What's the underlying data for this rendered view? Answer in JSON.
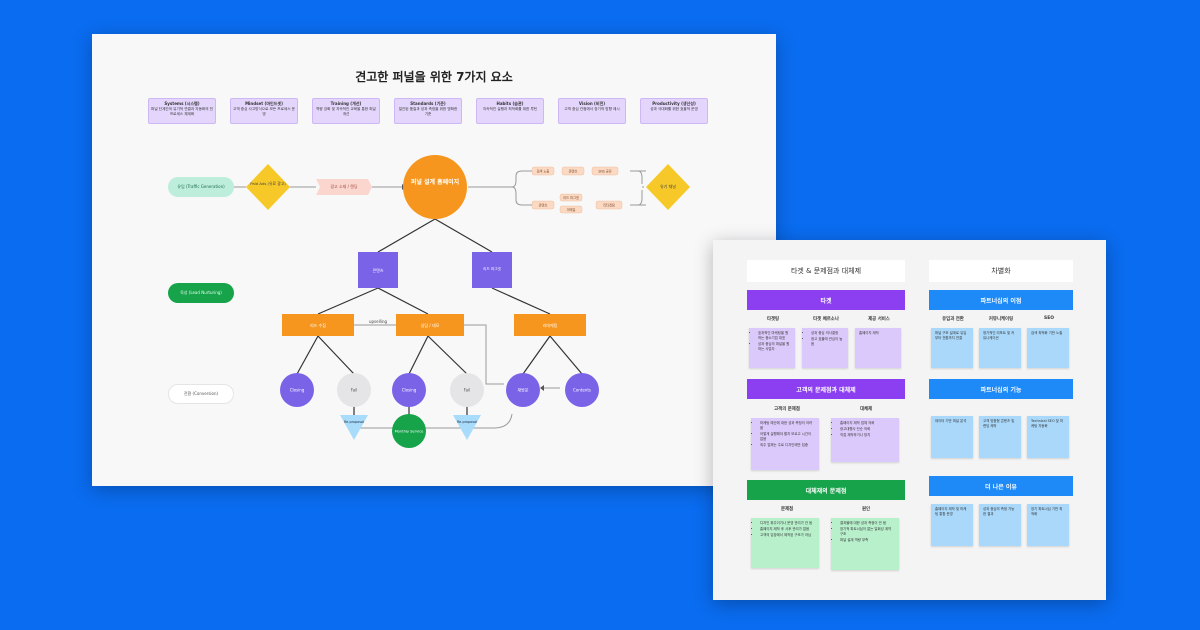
{
  "board1": {
    "title": "견고한 퍼널을 위한 7가지 요소",
    "factors": [
      {
        "title": "Systems (시스템)",
        "desc": "퍼널 단계간의 유기적 연결과 자동화의 전 프로세스 체계화"
      },
      {
        "title": "Mindset (마인드셋)",
        "desc": "고객 중심 사고방식으로 모든 프로세스 운영"
      },
      {
        "title": "Training (개선)",
        "desc": "역량 강화 및 지속적인 교육을 통한 퍼널 개선"
      },
      {
        "title": "Standards (기준)",
        "desc": "일관된 품질과 성과 측정을 위한 명확한 기준"
      },
      {
        "title": "Habits (습관)",
        "desc": "지속적인 실행과 최적화를 위한 루틴"
      },
      {
        "title": "Vision (비전)",
        "desc": "고객 중심 관점에서 장기적 방향 제시"
      },
      {
        "title": "Productivity (생산성)",
        "desc": "성과 극대화를 위한 효율적 운영"
      }
    ],
    "row_labels": [
      "유입 (Traffic Generation)",
      "육성 (Lead Nurturing)",
      "전환 (Conversion)"
    ],
    "nodes": {
      "paid_ads": "Paid Ads (유료 광고)",
      "ad_landing": "광고 소재 / 랜딩",
      "center": "퍼널 설계 홈페이지",
      "organic": "유기 채널",
      "tag1": "검색 노출",
      "tag2": "콘텐츠",
      "tag3": "SNS 공유",
      "tag4": "브랜드",
      "tag5": "추천",
      "tag6": "파트너",
      "tag7": "이메일",
      "tag8": "리타겟팅",
      "content_box": "콘텐츠",
      "offer_box": "리드 마그넷",
      "mid_left": "리드 수집",
      "mid_center": "상담 / 데모",
      "mid_right": "리마케팅",
      "upselling": "upselling",
      "closing1": "Closing",
      "fail1": "Fail",
      "closing2": "Closing",
      "fail2": "Fail",
      "retarget": "재방문",
      "contents": "Contents",
      "reproposal1": "Re-proposal",
      "monthly": "Monthly Service",
      "reproposal2": "Re-proposal"
    }
  },
  "board2": {
    "left_title": "타겟 & 문제점과 대체제",
    "right_title": "차별화",
    "target": {
      "band": "타겟",
      "cols": [
        "타겟팅",
        "타겟 페르소나",
        "제공 서비스"
      ],
      "notes": [
        [
          "효과적인 마케팅을 원하는 중소기업 대표",
          "성과 중심의 퍼널을 원하는 사업자"
        ],
        [
          "성과 중심 의사결정",
          "광고 효율에 관심이 높음"
        ],
        [
          "홈페이지 제작"
        ]
      ]
    },
    "problem": {
      "band": "고객의 문제점과 대체제",
      "cols": [
        "고객의 문제점",
        "대체제"
      ],
      "notes": [
        [
          "마케팅 예산에 대한 성과 측정이 어려움",
          "어떻게 실행해야 할지 모르고 시간이 없음",
          "외주 업체는 주로 디자인에만 집중"
        ],
        [
          "홈페이지 제작 업체 의뢰",
          "광고대행사 단순 의뢰",
          "직접 제작하거나 방치"
        ]
      ]
    },
    "alt": {
      "band": "대체재의 문제점",
      "cols": [
        "문제점",
        "원인"
      ],
      "notes": [
        [
          "디자인 위주이거나 운영 관리가 안 됨",
          "홈페이지 제작 후 사후 관리가 없음",
          "고객의 입장에서 제작된 구조가 아님"
        ],
        [
          "결과물에 대한 성과 측정이 안 됨",
          "장기적 파트너십이 없는 일회성 계약 구조",
          "퍼널 설계 역량 부족"
        ]
      ]
    },
    "partnership": {
      "band": "파트너십의 이점",
      "cols": [
        "유입과 전환",
        "커뮤니케이팅",
        "SEO"
      ],
      "notes": [
        "퍼널 구조 설계로 유입부터 전환까지 연결",
        "정기적인 리포트 및 커뮤니케이션",
        "검색 최적화 기반 노출"
      ]
    },
    "function": {
      "band": "파트너십의 기능",
      "notes": [
        "데이터 기반 퍼널 분석",
        "고객 맞춤형 콘텐츠 및 랜딩 제작",
        "Technical SEO 및 마케팅 자동화"
      ]
    },
    "better": {
      "band": "더 나은 이유",
      "notes": [
        "홈페이지 제작 및 마케팅 통합 운영",
        "성과 중심의 측정 가능한 결과",
        "장기 파트너십 기반 최적화"
      ]
    }
  }
}
